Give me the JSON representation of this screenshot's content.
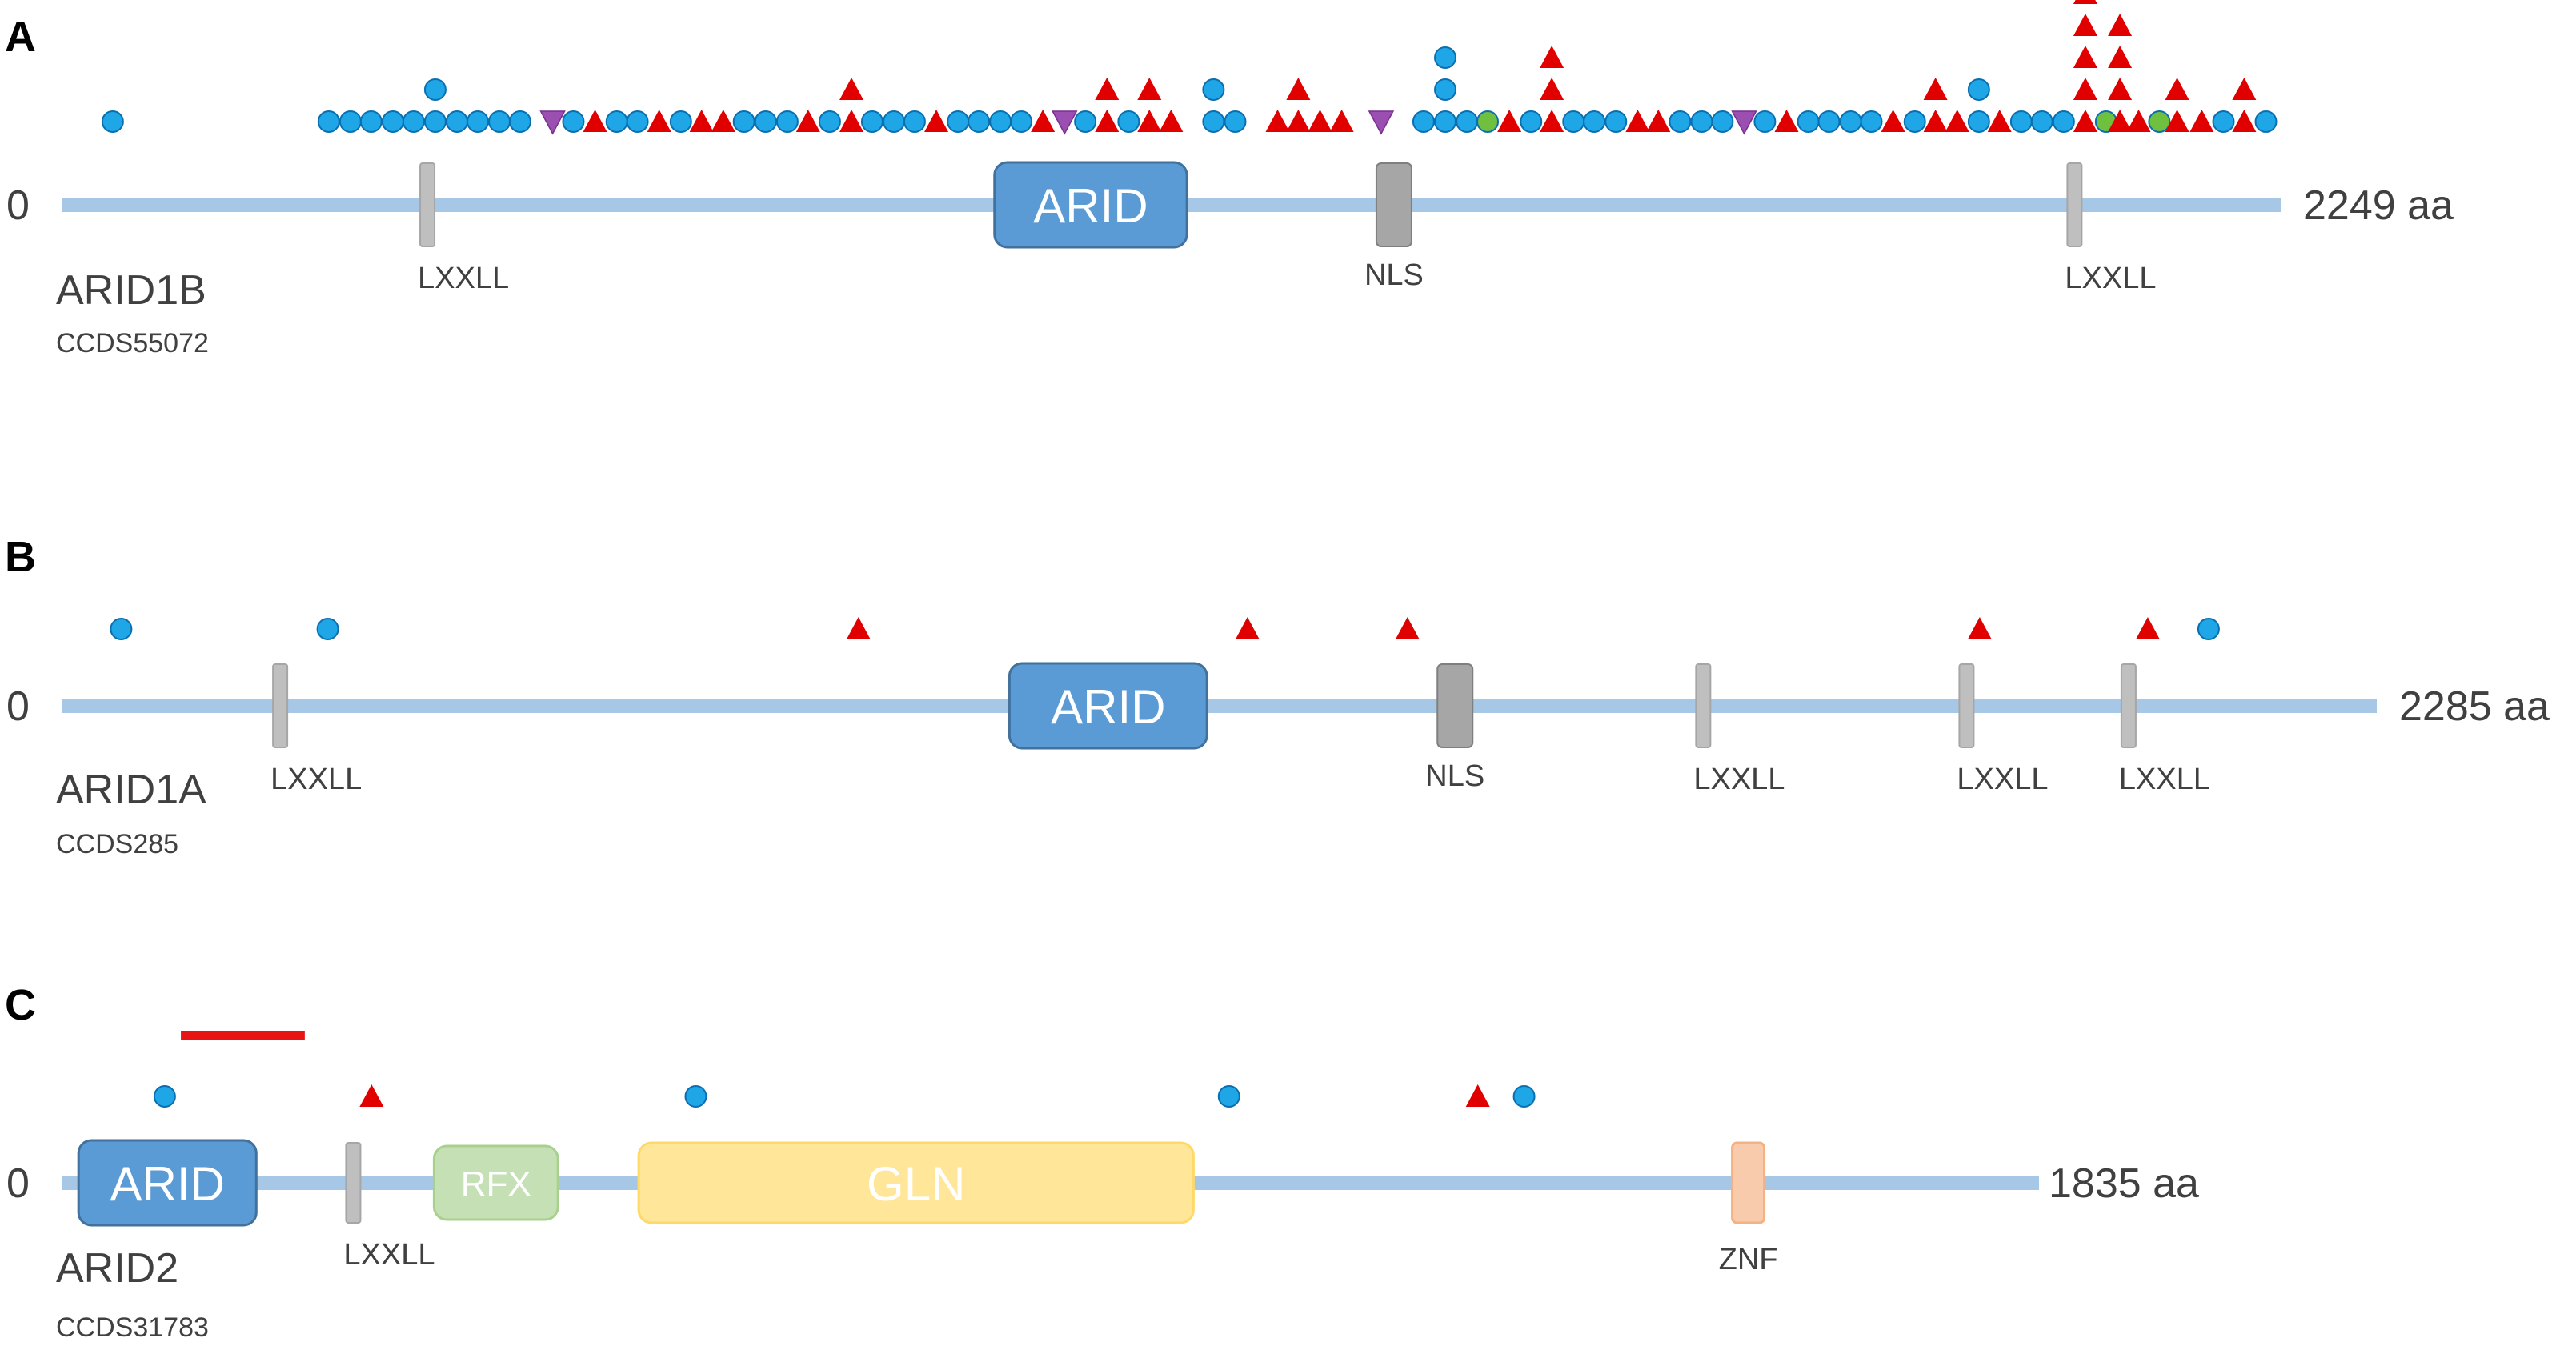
{
  "colors": {
    "backbone": "#a7c7e7",
    "arid_fill": "#5b9bd5",
    "arid_stroke": "#41719c",
    "motif_fill": "#bfbfbf",
    "motif_stroke": "#a6a6a6",
    "nls_fill": "#a6a6a6",
    "nls_stroke": "#7f7f7f",
    "rfx_fill": "#c5e0b4",
    "rfx_stroke": "#a9d18e",
    "gln_fill": "#ffe699",
    "gln_stroke": "#ffd966",
    "znf_fill": "#f8cbad",
    "znf_stroke": "#f4b183",
    "circle_fill": "#1ea6e6",
    "circle_stroke": "#0a6fb0",
    "triangle_fill": "#e00000",
    "green_fill": "#70c040",
    "purple_fill": "#9b4fb0",
    "bar_color": "#e81414",
    "text": "#404040",
    "panel_label": "#000000"
  },
  "panels": [
    {
      "id": "A",
      "label": "A",
      "gene": "ARID1B",
      "ccds": "CCDS55072",
      "start_label": "0",
      "end_label": "2249 aa",
      "length": 2249,
      "domains": [
        {
          "type": "motif",
          "label": "LXXLL",
          "pos": 370
        },
        {
          "type": "arid",
          "label": "ARID",
          "start": 945,
          "end": 1140
        },
        {
          "type": "nls",
          "label": "NLS",
          "pos": 1350
        },
        {
          "type": "motif",
          "label": "LXXLL",
          "pos": 2040
        }
      ],
      "mutations": [
        {
          "t": "c",
          "p": 51,
          "n": 1
        },
        {
          "t": "c",
          "p": 270,
          "n": 1
        },
        {
          "t": "c",
          "p": 292,
          "n": 1
        },
        {
          "t": "c",
          "p": 313,
          "n": 1
        },
        {
          "t": "c",
          "p": 335,
          "n": 1
        },
        {
          "t": "c",
          "p": 356,
          "n": 1
        },
        {
          "t": "c",
          "p": 378,
          "n": 2
        },
        {
          "t": "c",
          "p": 400,
          "n": 1
        },
        {
          "t": "c",
          "p": 421,
          "n": 1
        },
        {
          "t": "c",
          "p": 443,
          "n": 1
        },
        {
          "t": "c",
          "p": 464,
          "n": 1
        },
        {
          "t": "p",
          "p": 497,
          "n": 1
        },
        {
          "t": "c",
          "p": 518,
          "n": 1
        },
        {
          "t": "t",
          "p": 540,
          "n": 1
        },
        {
          "t": "c",
          "p": 562,
          "n": 1
        },
        {
          "t": "c",
          "p": 583,
          "n": 1
        },
        {
          "t": "t",
          "p": 605,
          "n": 1
        },
        {
          "t": "c",
          "p": 627,
          "n": 1
        },
        {
          "t": "t",
          "p": 648,
          "n": 1
        },
        {
          "t": "t",
          "p": 670,
          "n": 1
        },
        {
          "t": "c",
          "p": 691,
          "n": 1
        },
        {
          "t": "c",
          "p": 713,
          "n": 1
        },
        {
          "t": "c",
          "p": 735,
          "n": 1
        },
        {
          "t": "t",
          "p": 756,
          "n": 1
        },
        {
          "t": "c",
          "p": 778,
          "n": 1
        },
        {
          "t": "t",
          "p": 800,
          "n": 2
        },
        {
          "t": "c",
          "p": 821,
          "n": 1
        },
        {
          "t": "c",
          "p": 843,
          "n": 1
        },
        {
          "t": "c",
          "p": 864,
          "n": 1
        },
        {
          "t": "t",
          "p": 886,
          "n": 1
        },
        {
          "t": "c",
          "p": 908,
          "n": 1
        },
        {
          "t": "c",
          "p": 929,
          "n": 1
        },
        {
          "t": "c",
          "p": 951,
          "n": 1
        },
        {
          "t": "c",
          "p": 972,
          "n": 1
        },
        {
          "t": "t",
          "p": 994,
          "n": 1
        },
        {
          "t": "p",
          "p": 1016,
          "n": 1
        },
        {
          "t": "c",
          "p": 1037,
          "n": 1
        },
        {
          "t": "t",
          "p": 1059,
          "n": 2
        },
        {
          "t": "c",
          "p": 1081,
          "n": 1
        },
        {
          "t": "t",
          "p": 1102,
          "n": 2
        },
        {
          "t": "t",
          "p": 1124,
          "n": 1
        },
        {
          "t": "c",
          "p": 1167,
          "n": 2
        },
        {
          "t": "c",
          "p": 1189,
          "n": 1
        },
        {
          "t": "t",
          "p": 1232,
          "n": 1
        },
        {
          "t": "t",
          "p": 1253,
          "n": 2
        },
        {
          "t": "t",
          "p": 1275,
          "n": 1
        },
        {
          "t": "t",
          "p": 1297,
          "n": 1
        },
        {
          "t": "p",
          "p": 1337,
          "n": 1
        },
        {
          "t": "c",
          "p": 1380,
          "n": 1
        },
        {
          "t": "c",
          "p": 1402,
          "n": 3
        },
        {
          "t": "c",
          "p": 1424,
          "n": 1
        },
        {
          "t": "g",
          "p": 1445,
          "n": 1
        },
        {
          "t": "t",
          "p": 1467,
          "n": 1
        },
        {
          "t": "c",
          "p": 1489,
          "n": 1
        },
        {
          "t": "t",
          "p": 1510,
          "n": 3
        },
        {
          "t": "c",
          "p": 1532,
          "n": 1
        },
        {
          "t": "c",
          "p": 1553,
          "n": 1
        },
        {
          "t": "c",
          "p": 1575,
          "n": 1
        },
        {
          "t": "t",
          "p": 1597,
          "n": 1
        },
        {
          "t": "t",
          "p": 1618,
          "n": 1
        },
        {
          "t": "c",
          "p": 1640,
          "n": 1
        },
        {
          "t": "c",
          "p": 1662,
          "n": 1
        },
        {
          "t": "c",
          "p": 1683,
          "n": 1
        },
        {
          "t": "p",
          "p": 1705,
          "n": 1
        },
        {
          "t": "c",
          "p": 1726,
          "n": 1
        },
        {
          "t": "t",
          "p": 1748,
          "n": 1
        },
        {
          "t": "c",
          "p": 1770,
          "n": 1
        },
        {
          "t": "c",
          "p": 1791,
          "n": 1
        },
        {
          "t": "c",
          "p": 1813,
          "n": 1
        },
        {
          "t": "c",
          "p": 1834,
          "n": 1
        },
        {
          "t": "t",
          "p": 1856,
          "n": 1
        },
        {
          "t": "c",
          "p": 1878,
          "n": 1
        },
        {
          "t": "t",
          "p": 1899,
          "n": 2
        },
        {
          "t": "t",
          "p": 1921,
          "n": 1
        },
        {
          "t": "c",
          "p": 1943,
          "n": 2
        },
        {
          "t": "t",
          "p": 1964,
          "n": 1
        },
        {
          "t": "c",
          "p": 1986,
          "n": 1
        },
        {
          "t": "c",
          "p": 2007,
          "n": 1
        },
        {
          "t": "c",
          "p": 2029,
          "n": 1
        },
        {
          "t": "t",
          "p": 2051,
          "n": 5
        },
        {
          "t": "g",
          "p": 2072,
          "n": 1
        },
        {
          "t": "t",
          "p": 2086,
          "n": 4
        },
        {
          "t": "t",
          "p": 2105,
          "n": 1
        },
        {
          "t": "g",
          "p": 2126,
          "n": 1
        },
        {
          "t": "t",
          "p": 2144,
          "n": 2
        },
        {
          "t": "t",
          "p": 2169,
          "n": 1
        },
        {
          "t": "c",
          "p": 2191,
          "n": 1
        },
        {
          "t": "t",
          "p": 2212,
          "n": 2
        },
        {
          "t": "c",
          "p": 2234,
          "n": 1
        }
      ],
      "bars": []
    },
    {
      "id": "B",
      "label": "B",
      "gene": "ARID1A",
      "ccds": "CCDS285",
      "start_label": "0",
      "end_label": "2285 aa",
      "length": 2285,
      "domains": [
        {
          "type": "motif",
          "label": "LXXLL",
          "pos": 215
        },
        {
          "type": "arid",
          "label": "ARID",
          "start": 935,
          "end": 1130
        },
        {
          "type": "nls",
          "label": "NLS",
          "pos": 1375
        },
        {
          "type": "motif",
          "label": "LXXLL",
          "pos": 1620
        },
        {
          "type": "motif",
          "label": "LXXLL",
          "pos": 1880
        },
        {
          "type": "motif",
          "label": "LXXLL",
          "pos": 2040
        }
      ],
      "mutations": [
        {
          "t": "c",
          "p": 58,
          "n": 1
        },
        {
          "t": "c",
          "p": 262,
          "n": 1
        },
        {
          "t": "t",
          "p": 786,
          "n": 1
        },
        {
          "t": "t",
          "p": 1170,
          "n": 1
        },
        {
          "t": "t",
          "p": 1328,
          "n": 1
        },
        {
          "t": "t",
          "p": 1893,
          "n": 1
        },
        {
          "t": "t",
          "p": 2059,
          "n": 1
        },
        {
          "t": "c",
          "p": 2119,
          "n": 1
        }
      ],
      "bars": []
    },
    {
      "id": "C",
      "label": "C",
      "gene": "ARID2",
      "ccds": "CCDS31783",
      "start_label": "0",
      "end_label": "1835 aa",
      "length": 1835,
      "domains": [
        {
          "type": "arid",
          "label": "ARID",
          "start": 15,
          "end": 180
        },
        {
          "type": "motif",
          "label": "LXXLL",
          "pos": 270
        },
        {
          "type": "rfx",
          "label": "RFX",
          "start": 345,
          "end": 460
        },
        {
          "type": "gln",
          "label": "GLN",
          "start": 535,
          "end": 1050
        },
        {
          "type": "znf",
          "label": "ZNF",
          "pos": 1565
        }
      ],
      "mutations": [
        {
          "t": "c",
          "p": 95,
          "n": 1
        },
        {
          "t": "t",
          "p": 287,
          "n": 1
        },
        {
          "t": "c",
          "p": 588,
          "n": 1
        },
        {
          "t": "c",
          "p": 1083,
          "n": 1
        },
        {
          "t": "t",
          "p": 1314,
          "n": 1
        },
        {
          "t": "c",
          "p": 1357,
          "n": 1
        }
      ],
      "bars": [
        {
          "start": 110,
          "end": 225
        }
      ]
    }
  ]
}
